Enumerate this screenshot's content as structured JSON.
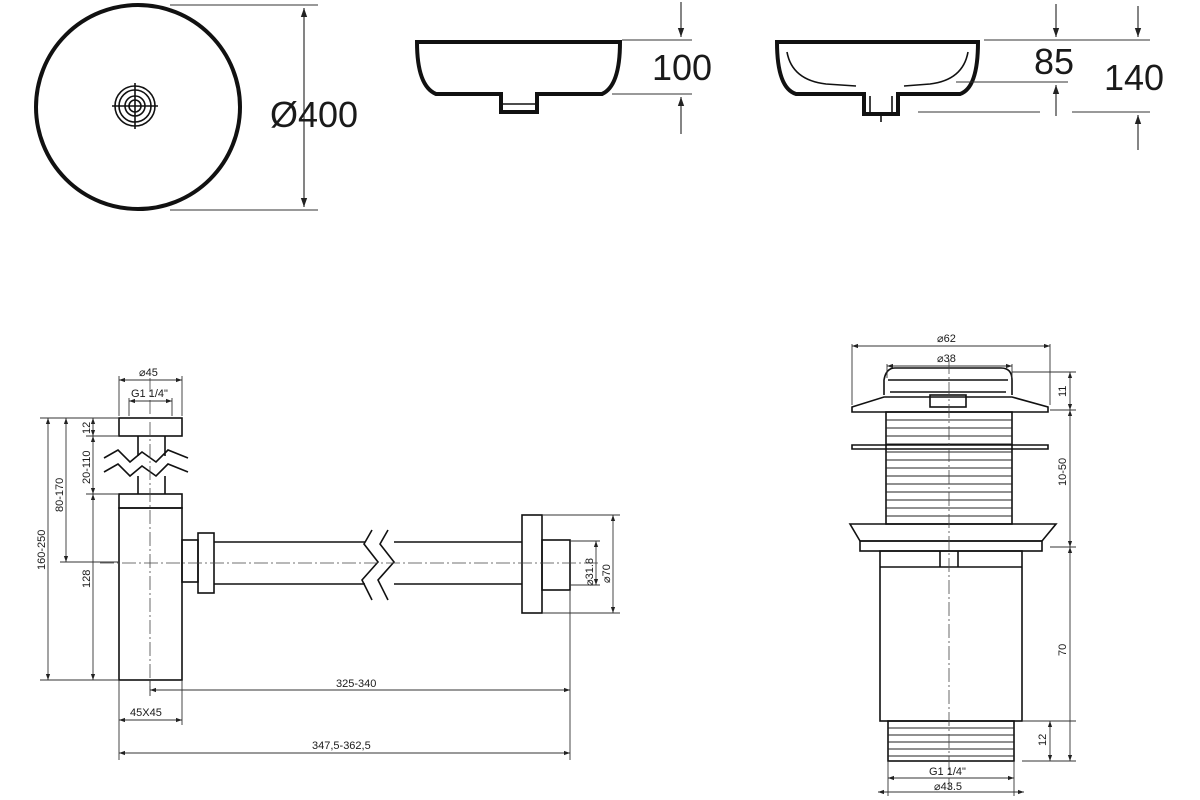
{
  "basin": {
    "top_view": {
      "diameter_label": "Ø400"
    },
    "side_view": {
      "height_label": "100"
    },
    "section_view": {
      "depth_label": "85",
      "total_label": "140"
    }
  },
  "siphon": {
    "top_diameter": "⌀45",
    "thread": "G1 1/4\"",
    "nut_height": "12",
    "adj_upper": "20-110",
    "adj_mid": "80-170",
    "adj_total": "160-250",
    "body_height": "128",
    "pipe_diameter": "⌀31.8",
    "flange_diameter": "⌀70",
    "body_section": "45X45",
    "pipe_length": "325-340",
    "total_length": "347,5-362,5"
  },
  "drain": {
    "flange_diameter": "⌀62",
    "cap_diameter": "⌀38",
    "cap_height": "11",
    "adjust_range": "10-50",
    "body_height": "70",
    "thread_height": "12",
    "thread": "G1 1/4\"",
    "outlet_diameter": "⌀43.5"
  }
}
